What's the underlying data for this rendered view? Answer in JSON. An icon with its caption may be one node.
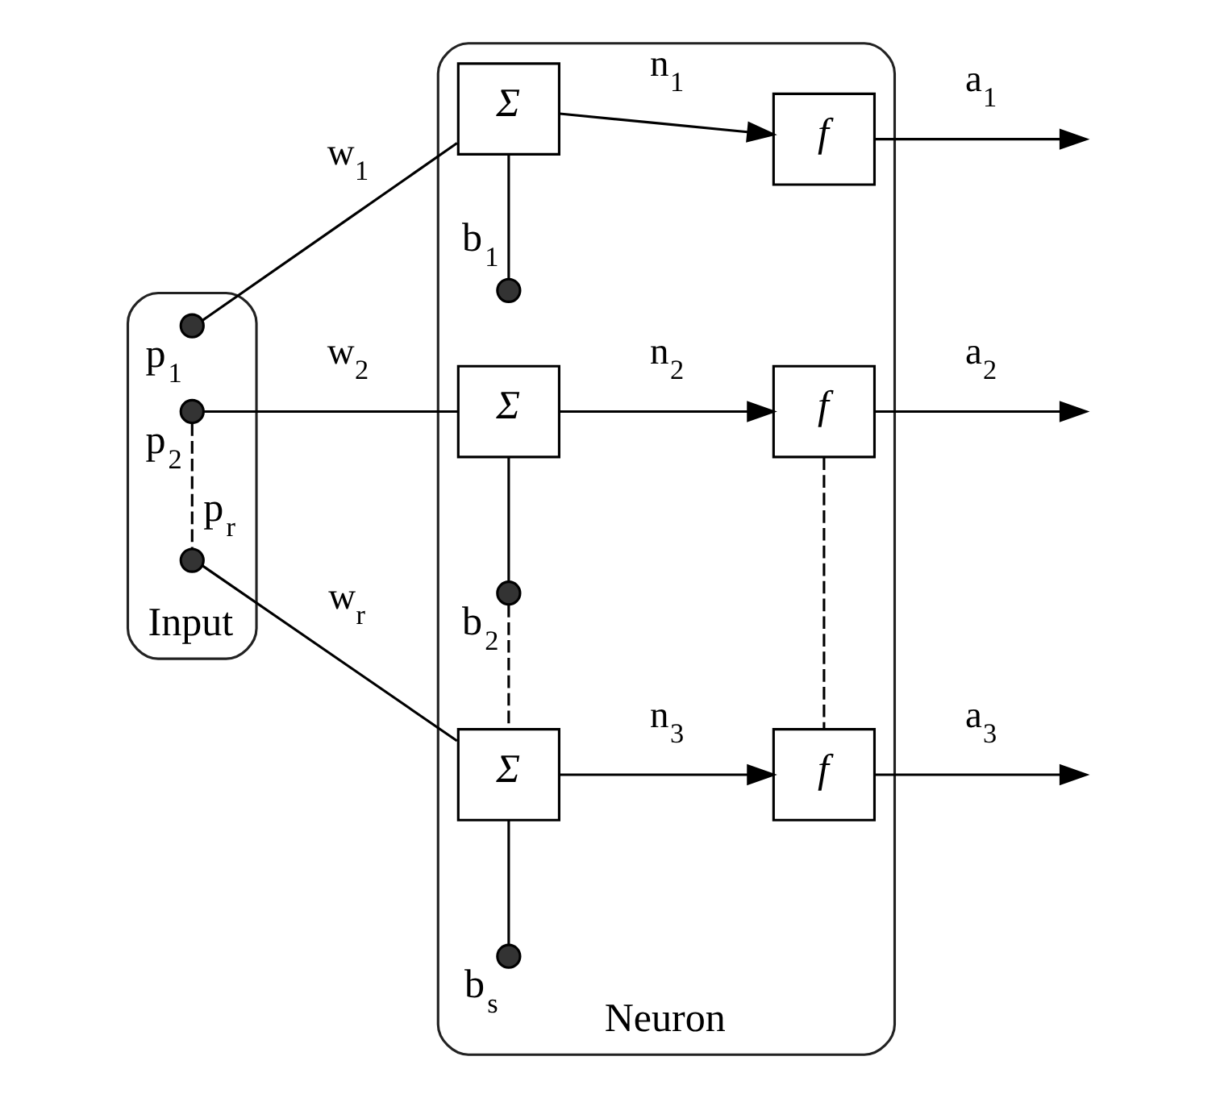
{
  "diagram": {
    "nodes": [
      {
        "text": [
          "Input"
        ]
      },
      {
        "text": [
          "Neuron"
        ]
      },
      {
        "text": [],
        "shape": "circle",
        "in": 0,
        "beside": [
          "p$_{1}$"
        ]
      },
      {
        "text": [],
        "shape": "circle",
        "in": 0,
        "beside": [
          "p$_{2}$"
        ]
      },
      {
        "text": [],
        "shape": "circle",
        "in": 0,
        "beside": [
          "p$_{r}$"
        ]
      },
      {
        "text": [
          "Σ"
        ],
        "in": 1
      },
      {
        "text": [
          "f"
        ],
        "in": 1
      },
      {
        "text": [],
        "shape": "circle",
        "in": 1,
        "beside": [
          "b$_{1}$"
        ]
      },
      {
        "text": [
          "Σ"
        ],
        "in": 1
      },
      {
        "text": [
          "f"
        ],
        "in": 1
      },
      {
        "text": [],
        "shape": "circle",
        "in": 1,
        "beside": [
          "b$_{2}$"
        ]
      },
      {
        "text": [
          "Σ"
        ],
        "in": 1
      },
      {
        "text": [
          "f"
        ],
        "in": 1
      },
      {
        "text": [],
        "shape": "circle",
        "in": 1,
        "beside": [
          "b$_{s}$"
        ]
      }
    ],
    "edges": [
      {
        "from": 2,
        "to": 5,
        "arrow": "none",
        "label": "w$_{1}$"
      },
      {
        "from": 7,
        "to": 5,
        "arrow": "none"
      },
      {
        "from": 5,
        "to": 6,
        "arrow": "to",
        "label": "n$_{1}$"
      },
      {
        "from": 6,
        "to": null,
        "arrow": "to",
        "label": "a$_{1}$"
      },
      {
        "from": 3,
        "to": 8,
        "arrow": "none",
        "label": "w$_{2}$"
      },
      {
        "from": 10,
        "to": 8,
        "arrow": "none"
      },
      {
        "from": 8,
        "to": 9,
        "arrow": "to",
        "label": "n$_{2}$"
      },
      {
        "from": 9,
        "to": null,
        "arrow": "to",
        "label": "a$_{2}$"
      },
      {
        "from": 4,
        "to": 11,
        "arrow": "none",
        "label": "w$_{r}$"
      },
      {
        "from": 13,
        "to": 11,
        "arrow": "none"
      },
      {
        "from": 11,
        "to": 12,
        "arrow": "to",
        "label": "n$_{3}$"
      },
      {
        "from": 12,
        "to": null,
        "arrow": "to",
        "label": "a$_{3}$"
      },
      {
        "from": 3,
        "to": 4,
        "arrow": "none",
        "style": "dashed"
      },
      {
        "from": 10,
        "to": 11,
        "arrow": "none",
        "style": "dashed"
      },
      {
        "from": 9,
        "to": 12,
        "arrow": "none",
        "style": "dashed"
      }
    ]
  }
}
